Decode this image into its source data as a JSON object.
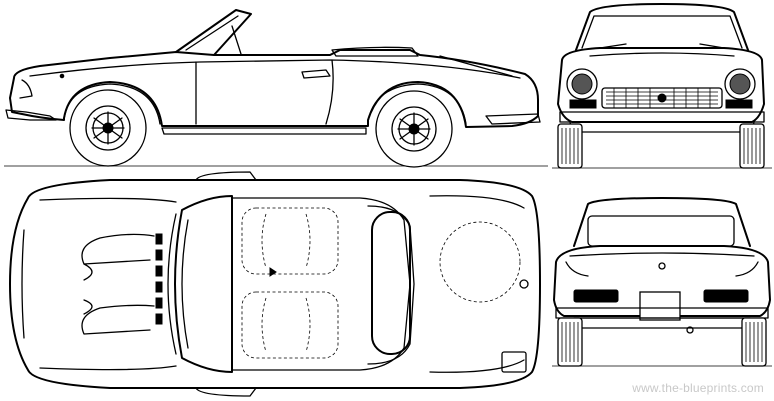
{
  "views": [
    {
      "id": "side",
      "name": "side view"
    },
    {
      "id": "front",
      "name": "front view"
    },
    {
      "id": "top",
      "name": "top view"
    },
    {
      "id": "rear",
      "name": "rear view"
    }
  ],
  "watermark": "www.the-blueprints.com",
  "colors": {
    "line": "#000000",
    "background": "#ffffff",
    "watermark": "#c8c8c8"
  }
}
